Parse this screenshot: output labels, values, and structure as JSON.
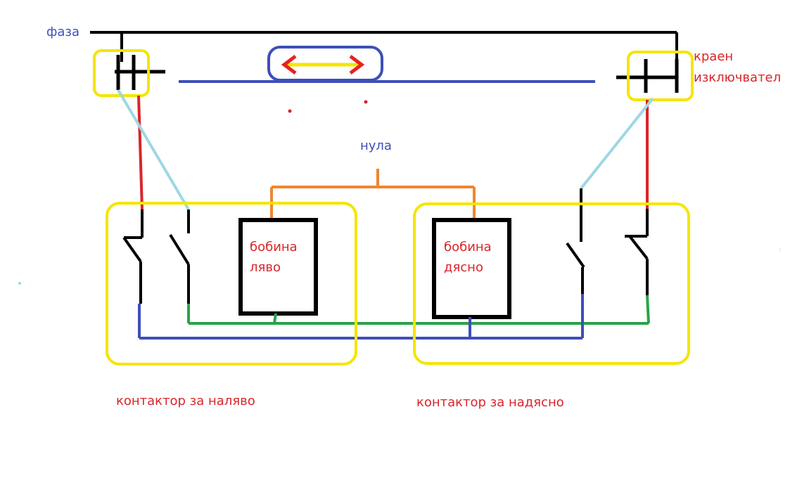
{
  "labels": {
    "phase": "фаза",
    "limit_switch_line1": "краен",
    "limit_switch_line2": "изключвател",
    "neutral": "нула",
    "coil_left_line1": "бобина",
    "coil_left_line2": "ляво",
    "coil_right_line1": "бобина",
    "coil_right_line2": "дясно",
    "contactor_left": "контактор за наляво",
    "contactor_right": "контактор за надясно"
  },
  "colors": {
    "phase_wire": "#000000",
    "neutral_wire": "#f0862e",
    "control_red": "#d8262b",
    "control_lightblue": "#9fd7e4",
    "bus_blue": "#3d4fb8",
    "bus_green": "#2aa34a",
    "highlight_yellow": "#f5e500",
    "arrow_red": "#e8231d",
    "arrow_yellow": "#f5e500",
    "label_blue": "#3d4fb8",
    "label_red": "#d8262b"
  }
}
